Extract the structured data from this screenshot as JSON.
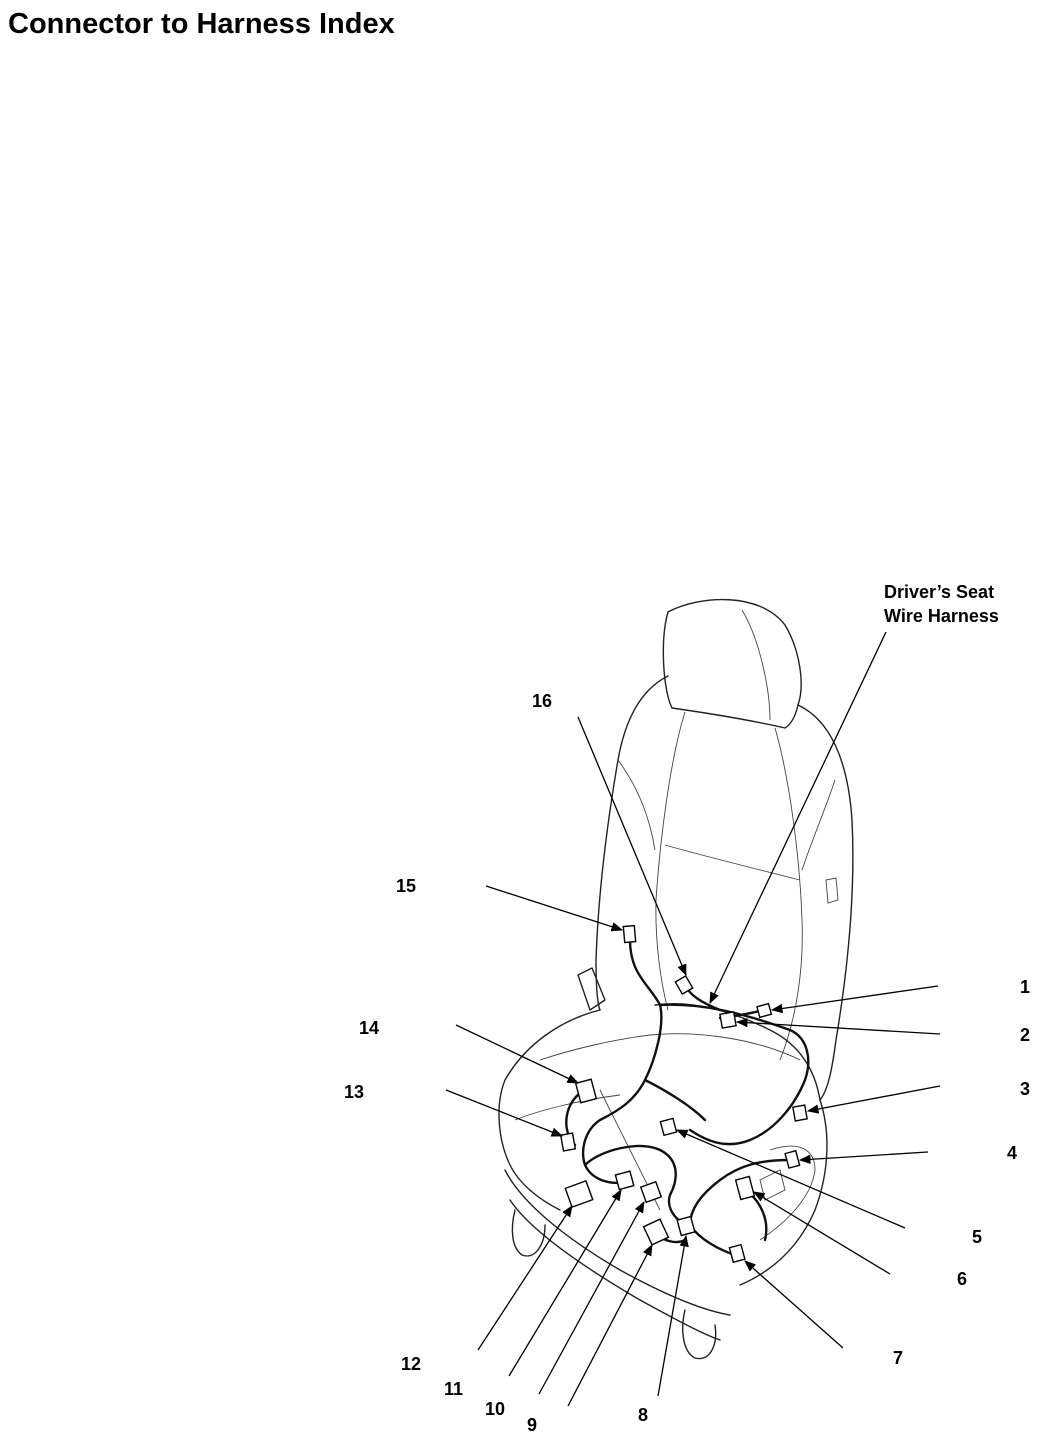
{
  "title": "Connector to Harness Index",
  "harness_label": {
    "line1": "Driver’s Seat",
    "line2": "Wire Harness"
  },
  "callouts": [
    "1",
    "2",
    "3",
    "4",
    "5",
    "6",
    "7",
    "8",
    "9",
    "10",
    "11",
    "12",
    "13",
    "14",
    "15",
    "16"
  ]
}
